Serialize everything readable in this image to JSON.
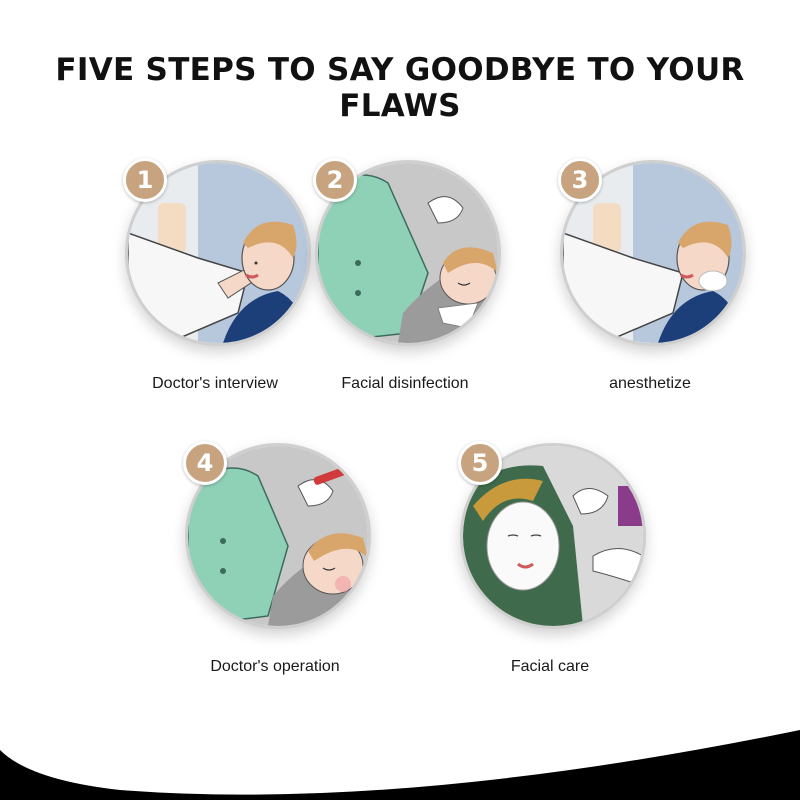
{
  "title": "FIVE STEPS TO SAY GOODBYE TO YOUR FLAWS",
  "steps": [
    {
      "number": "1",
      "label": "Doctor's interview",
      "icon": "doctor-consultation-illustration"
    },
    {
      "number": "2",
      "label": "Facial disinfection",
      "icon": "disinfection-illustration"
    },
    {
      "number": "3",
      "label": "anesthetize",
      "icon": "anesthesia-illustration"
    },
    {
      "number": "4",
      "label": "Doctor's operation",
      "icon": "operation-illustration"
    },
    {
      "number": "5",
      "label": "Facial care",
      "icon": "facial-mask-illustration"
    }
  ],
  "colors": {
    "badge": "#c7a47f",
    "scrubs": "#8fd1b7",
    "skin": "#f6d8c8",
    "hair": "#d8a66a",
    "corner": "#000000"
  }
}
